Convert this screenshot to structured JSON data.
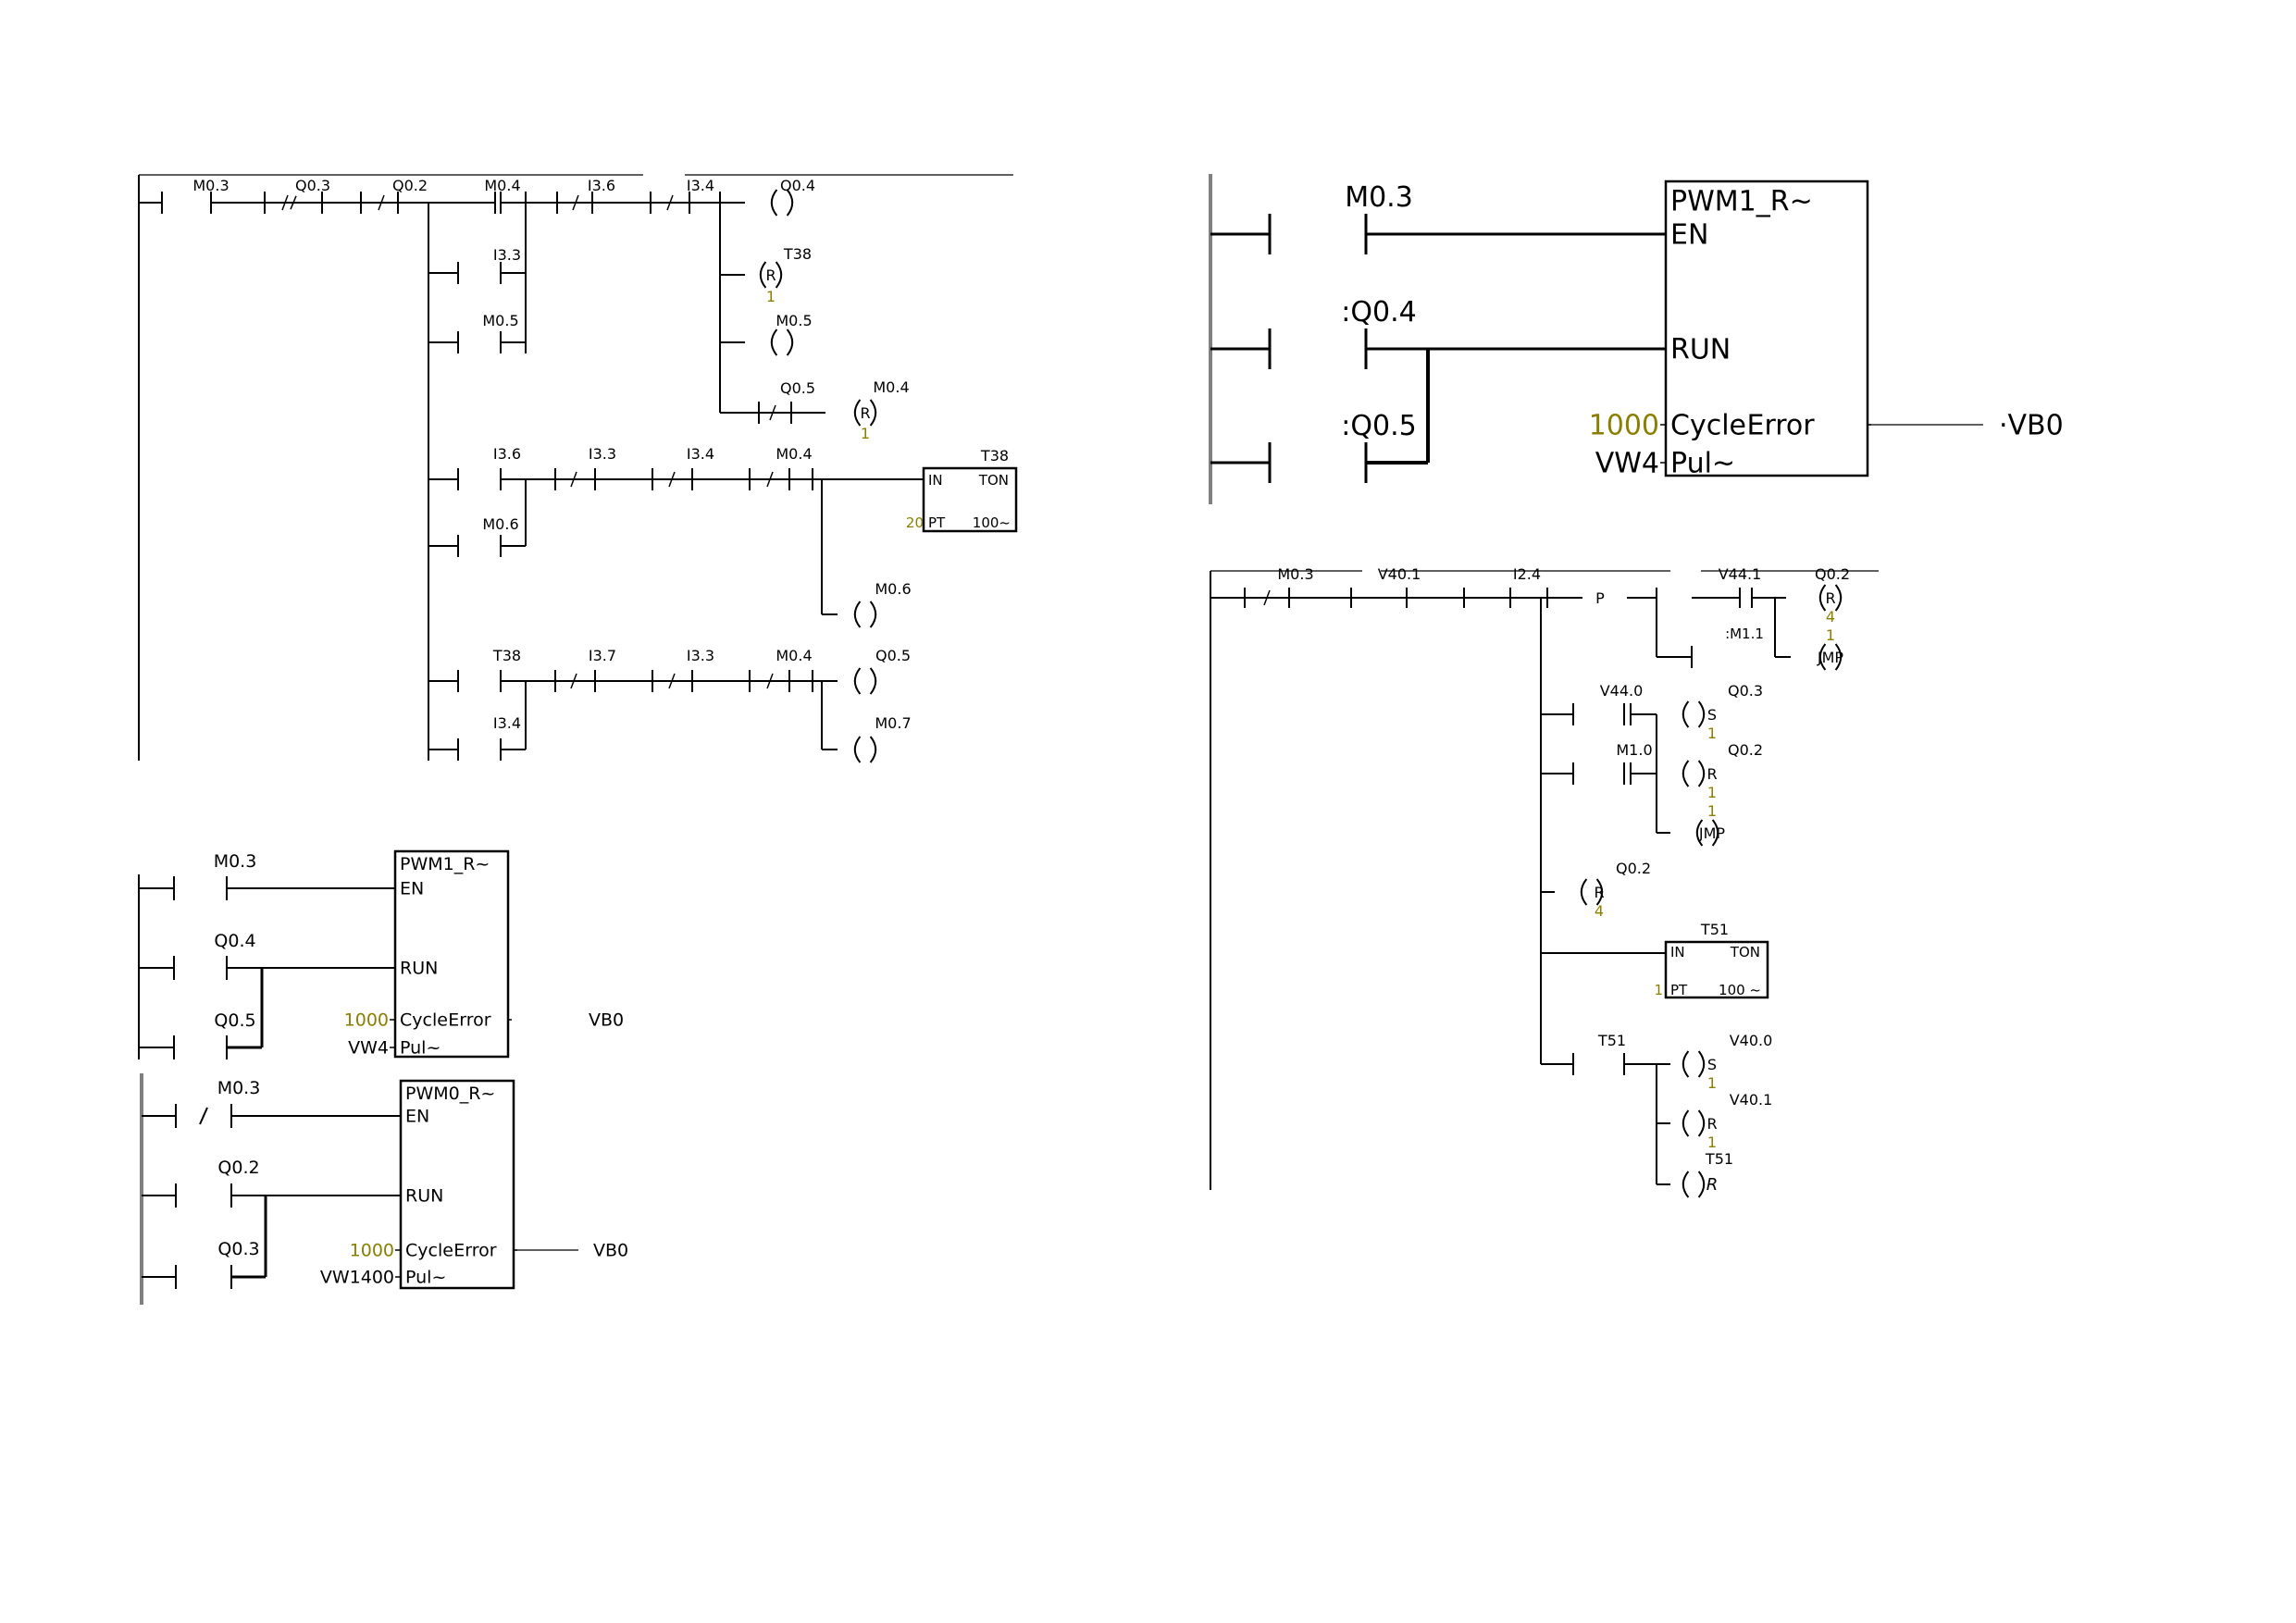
{
  "colors": {
    "ink": "#000000",
    "constant": "#8a7f00",
    "rail": "#808080"
  },
  "network_a": {
    "row1": [
      "M0.3",
      "Q0.3",
      "Q0.2",
      "M0.4",
      "I3.6",
      "I3.4",
      "Q0.4"
    ],
    "branch_contacts": [
      "I3.3",
      "M0.5"
    ],
    "coil_t38_reset": {
      "name": "T38",
      "type": "R",
      "count": "1"
    },
    "coil_m05": "M0.5",
    "reset_q05": {
      "contact": "Q0.5",
      "coil": "M0.4",
      "type": "R",
      "count": "1"
    },
    "row2": [
      "I3.6",
      "I3.3",
      "I3.4",
      "M0.4"
    ],
    "row2_branch": "M0.6",
    "timer": {
      "name": "T38",
      "in": "IN",
      "type": "TON",
      "pt_value": "20",
      "pt": "PT",
      "base": "100~"
    },
    "coil_m06": "M0.6",
    "row3": [
      "T38",
      "I3.7",
      "I3.3",
      "M0.4"
    ],
    "row3_branch": "I3.4",
    "coil_q05": "Q0.5",
    "coil_m07": "M0.7"
  },
  "network_b": {
    "contacts": [
      "M0.3",
      "Q0.4",
      "Q0.5"
    ],
    "block": {
      "title": "PWM1_R~",
      "en": "EN",
      "run": "RUN",
      "cycle": "Cycle",
      "error": "Error",
      "pul": "Pul~"
    },
    "cycle_value": "1000",
    "pul_value": "VW4",
    "error_out": "VB0"
  },
  "network_c": {
    "contacts": [
      "M0.3",
      "Q0.2",
      "Q0.3"
    ],
    "block": {
      "title": "PWM0_R~",
      "en": "EN",
      "run": "RUN",
      "cycle": "Cycle",
      "error": "Error",
      "pul": "Pul~"
    },
    "cycle_value": "1000",
    "pul_value": "VW1400",
    "error_out": "VB0"
  },
  "network_d": {
    "contacts": [
      "M0.3",
      ":Q0.4",
      ":Q0.5"
    ],
    "block": {
      "title": "PWM1_R~",
      "en": "EN",
      "run": "RUN",
      "cycle": "Cycle",
      "error": "Error",
      "pul": "Pul~"
    },
    "cycle_value": "1000",
    "pul_value": "VW4",
    "error_out": "·VB0"
  },
  "network_e": {
    "row1": [
      "M0.3",
      "V40.1",
      "I2.4"
    ],
    "edge": "P",
    "v441": "V44.1",
    "m11": ":M1.1",
    "coil_q02_a": {
      "name": "Q0.2",
      "type": "R",
      "count": "4"
    },
    "jmp_a": {
      "label": "JMP",
      "count": "1"
    },
    "v440": "V44.0",
    "coil_q03": {
      "name": "Q0.3",
      "type": "S",
      "count": "1"
    },
    "m10": "M1.0",
    "coil_q02_b": {
      "name": "Q0.2",
      "type": "R",
      "count": "1"
    },
    "jmp_b": {
      "label": "JMP",
      "count": "1"
    },
    "coil_q02_c": {
      "name": "Q0.2",
      "type": "R",
      "count": "4"
    },
    "timer": {
      "name": "T51",
      "in": "IN",
      "type": "TON",
      "pt_value": "1",
      "pt": "PT",
      "base": "100 ~"
    },
    "t51_contact": "T51",
    "coil_v400": {
      "name": "V40.0",
      "type": "S",
      "count": "1"
    },
    "coil_v401": {
      "name": "V40.1",
      "type": "R",
      "count": "1"
    },
    "coil_t51": {
      "name": "T51",
      "type": "R"
    }
  }
}
